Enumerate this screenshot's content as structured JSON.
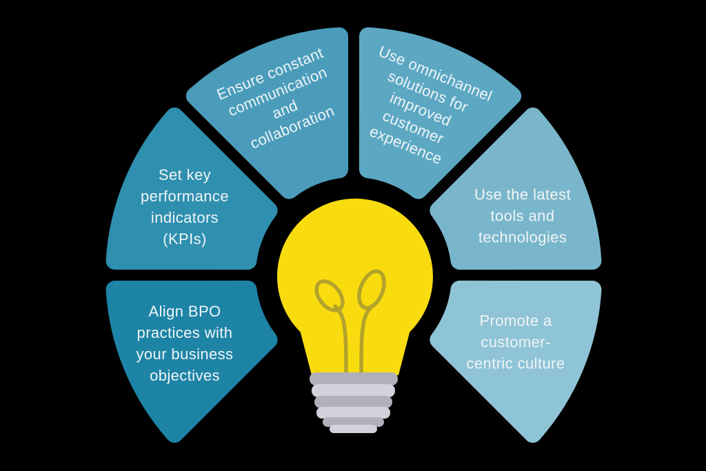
{
  "diagram": {
    "background_color": "#000000",
    "label_text_color": "#EFF5F7",
    "center_icon": {
      "name": "lightbulb-icon",
      "bulb_color": "#F8DC10",
      "filament_color": "#B3A32B",
      "base_dark_color": "#B1AFBA",
      "base_light_color": "#D3D1DB"
    },
    "chart_data": {
      "type": "radial-fan-diagram",
      "title": "",
      "segments": [
        {
          "label": "Align BPO practices with your business objectives",
          "lines": [
            "Align BPO",
            "practices with",
            "your business",
            "objectives"
          ],
          "color": "#1E84A6"
        },
        {
          "label": "Set key performance indicators (KPIs)",
          "lines": [
            "Set key",
            "performance",
            "indicators",
            "(KPIs)"
          ],
          "color": "#2F8FAF"
        },
        {
          "label": "Ensure constant communication and collaboration",
          "lines": [
            "Ensure constant",
            "communication",
            "and",
            "collaboration"
          ],
          "color": "#4A9CBA"
        },
        {
          "label": "Use omnichannel solutions for improved customer experience",
          "lines": [
            "Use omnichannel",
            "solutions for",
            "improved",
            "customer",
            "experience"
          ],
          "color": "#5CA8C3"
        },
        {
          "label": "Use the latest tools and technologies",
          "lines": [
            "Use the latest",
            "tools and",
            "technologies"
          ],
          "color": "#7AB6CB"
        },
        {
          "label": "Promote a customer-centric culture",
          "lines": [
            "Promote a",
            "customer-",
            "centric culture"
          ],
          "color": "#8FC4D6"
        }
      ],
      "layout_hints": {
        "arc_start_deg": 225,
        "arc_end_deg": 495,
        "center_element": "lightbulb",
        "legend": "none",
        "grid": "off"
      }
    }
  }
}
